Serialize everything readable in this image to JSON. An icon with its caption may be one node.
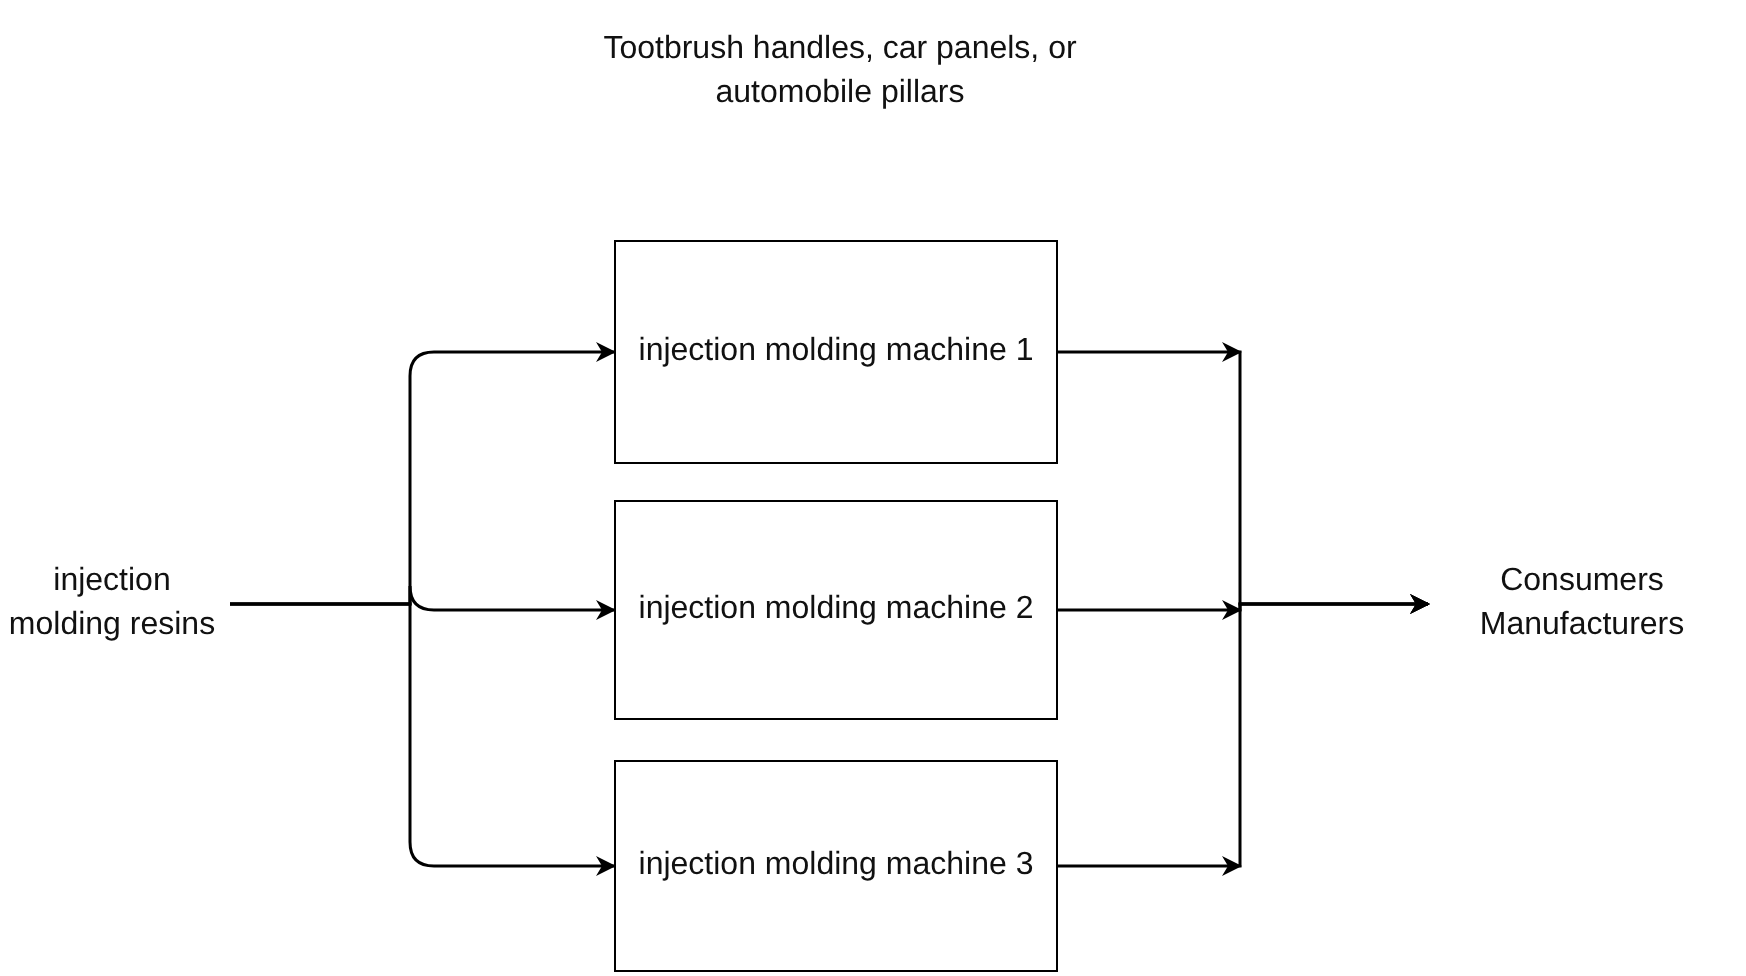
{
  "diagram": {
    "title": "Tootbrush handles, car panels, or automobile pillars",
    "nodes": [
      {
        "text": [
          "injection molding resins"
        ]
      },
      {
        "text": [
          "injection molding machine 1"
        ]
      },
      {
        "text": [
          "injection molding machine 2"
        ]
      },
      {
        "text": [
          "injection molding machine 3"
        ]
      },
      {
        "text": [
          "Consumers",
          "Manufacturers"
        ]
      }
    ],
    "edges": [
      {
        "from": 0,
        "to": 1,
        "arrow": "to"
      },
      {
        "from": 0,
        "to": 2,
        "arrow": "to"
      },
      {
        "from": 0,
        "to": 3,
        "arrow": "to"
      },
      {
        "from": 1,
        "to": 4,
        "arrow": "to"
      },
      {
        "from": 2,
        "to": 4,
        "arrow": "to"
      },
      {
        "from": 3,
        "to": 4,
        "arrow": "to"
      }
    ]
  }
}
